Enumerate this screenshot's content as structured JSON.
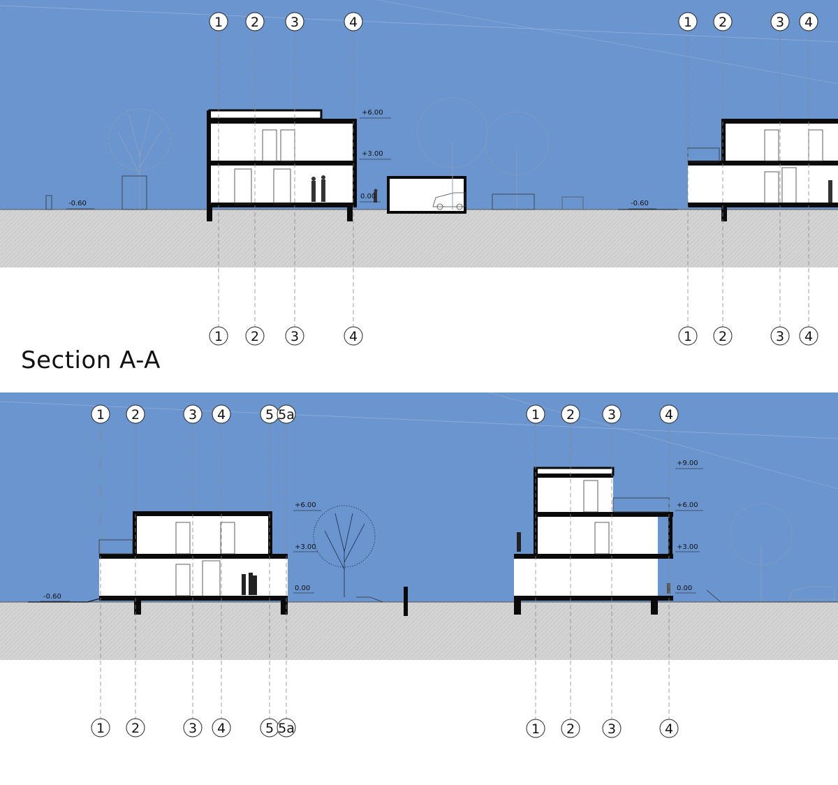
{
  "title": "Section A-A",
  "colors": {
    "sky": "#6b95cf",
    "ground": "#d4d4d4",
    "wall": "#0a0a0a",
    "interior": "#ffffff",
    "tree": "#8aa0bb"
  },
  "levels": {
    "plus6": "+6.00",
    "plus3": "+3.00",
    "zero": "0.00",
    "minus060": "-0.60",
    "plus9": "+9.00"
  },
  "grids": {
    "s1": [
      "1",
      "2",
      "3",
      "4"
    ],
    "s2": [
      "1",
      "2",
      "3",
      "4"
    ],
    "s3": [
      "1",
      "2",
      "3",
      "4",
      "5",
      "5a"
    ],
    "s4": [
      "1",
      "2",
      "3",
      "4"
    ]
  }
}
